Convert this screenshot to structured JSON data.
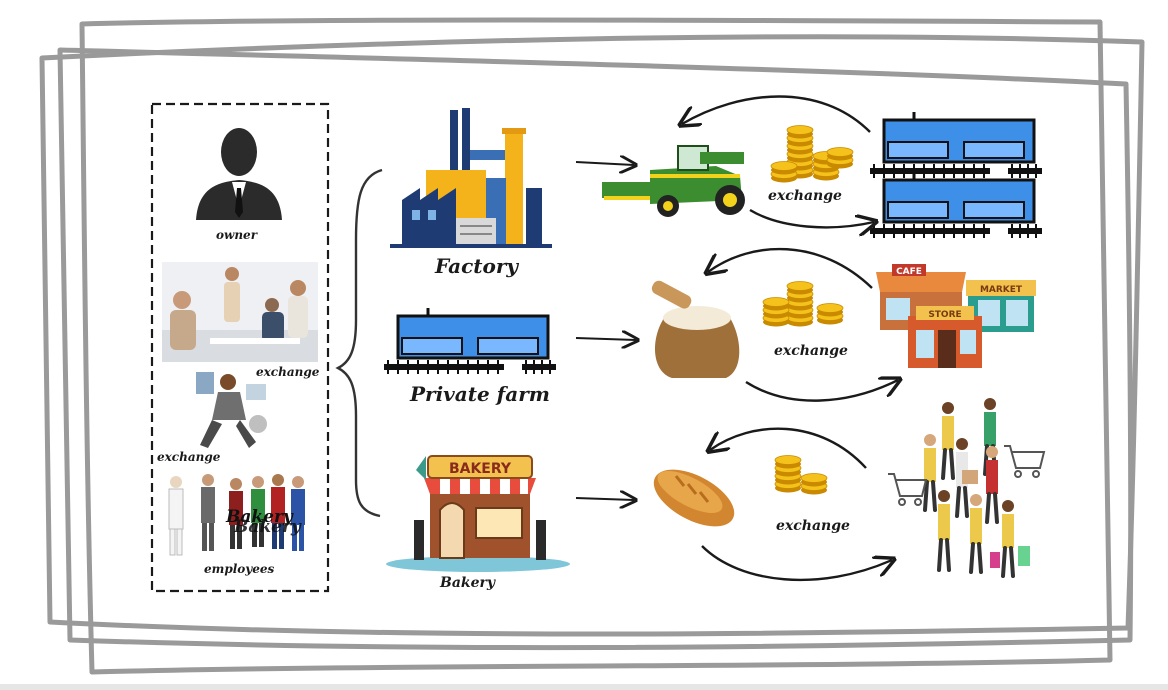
{
  "labels": {
    "owner": "owner",
    "exchange_meeting": "exchange",
    "exchange_worker": "exchange",
    "employees": "employees",
    "factory": "Factory",
    "private_farm": "Private farm",
    "bakery": "Bakery",
    "bakery_sign": "BAKERY",
    "exchange_row1": "exchange",
    "exchange_row2": "exchange",
    "exchange_row3": "exchange",
    "cafe_sign": "CAFE",
    "market_sign": "MARKET",
    "store_sign": "STORE",
    "uniform_text": "Bakery"
  },
  "colors": {
    "farm_blue": "#3d8fe8",
    "factory_yellow": "#f4b21b",
    "factory_navy": "#1f3b73",
    "coin_gold": "#f2b705",
    "tractor_green": "#3c8d2f",
    "outline_gray": "#9a9a9a"
  },
  "icons": [
    "owner-silhouette",
    "meeting-photo",
    "office-worker",
    "employees-group",
    "factory",
    "farm-building",
    "bakery-shop",
    "combine-harvester",
    "flour-sack",
    "bread-loaf",
    "coin-stack",
    "shops",
    "crowd-shoppers",
    "curved-arrow"
  ]
}
